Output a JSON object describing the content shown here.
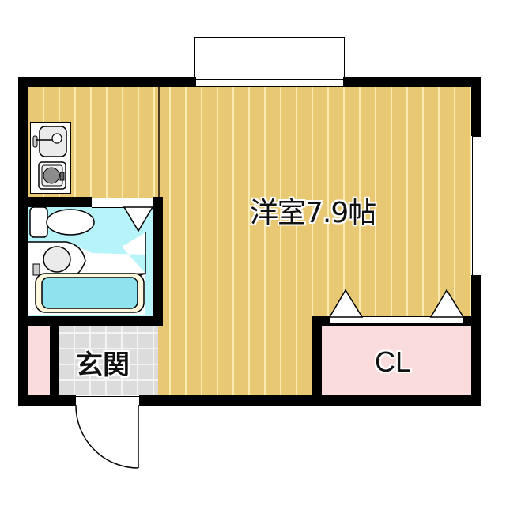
{
  "floorplan": {
    "rooms": {
      "western_room": {
        "label": "洋室7.9帖",
        "type": "洋室",
        "size_jo": "7.9"
      },
      "closet": {
        "label": "CL"
      },
      "entrance": {
        "label": "玄関"
      }
    },
    "fixtures": [
      "kitchen-sink",
      "stove",
      "toilet",
      "washbasin",
      "bathtub",
      "entrance-door",
      "balcony",
      "window"
    ]
  },
  "colors": {
    "wall": "#000000",
    "wood_floor": "#E8C873",
    "wood_stripe": "#FBEBB0",
    "bath_floor": "#B6F4FA",
    "closet": "#FBDCDC",
    "entrance_tile": "#DCDCDC"
  }
}
